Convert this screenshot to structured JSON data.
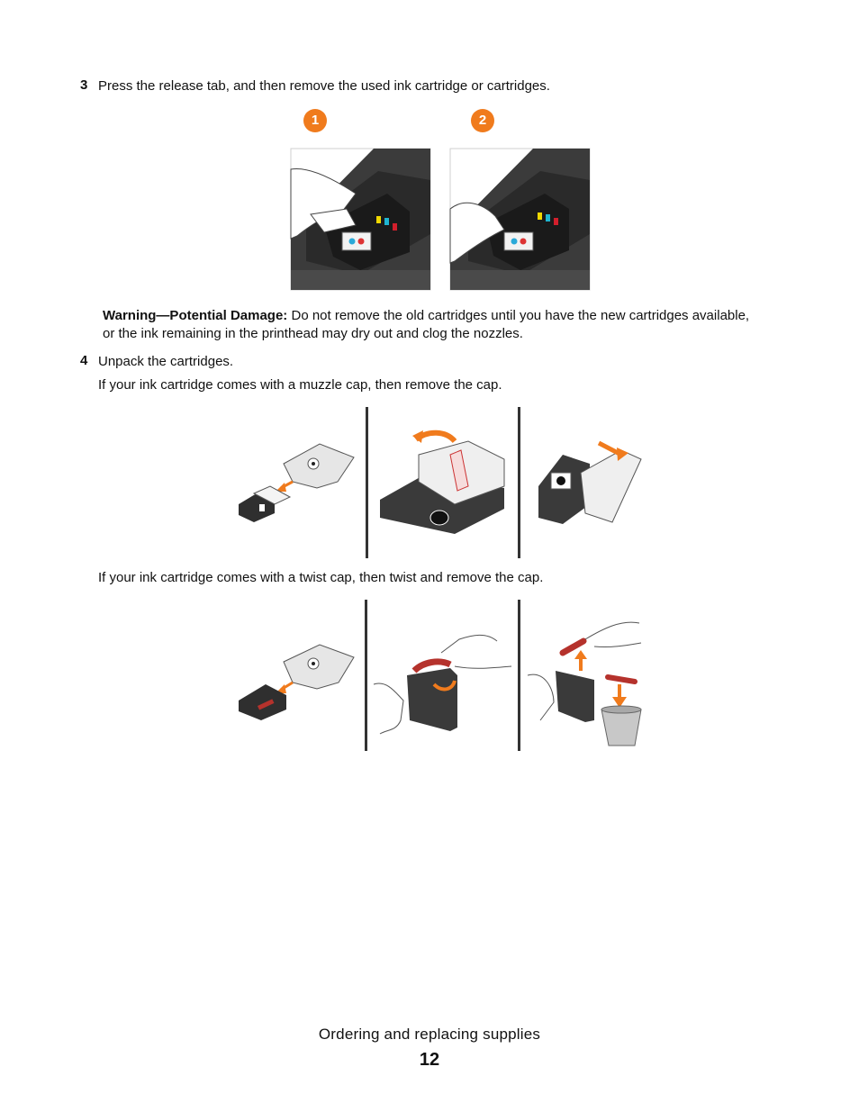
{
  "step3": {
    "number": "3",
    "text": "Press the release tab, and then remove the used ink cartridge or cartridges.",
    "badges": [
      "1",
      "2"
    ],
    "badge_color": "#f07b1d"
  },
  "warning": {
    "label": "Warning—Potential Damage:",
    "line1": " Do not remove the old cartridges until you have the new cartridges available,",
    "line2": "or the ink remaining in the printhead may dry out and clog the nozzles."
  },
  "step4": {
    "number": "4",
    "text": "Unpack the cartridges.",
    "muzzle_text": "If your ink cartridge comes with a muzzle cap, then remove the cap.",
    "twist_text": "If your ink cartridge comes with a twist cap, then twist and remove the cap."
  },
  "footer": {
    "section": "Ordering and replacing supplies",
    "page": "12"
  },
  "colors": {
    "accent": "#f07b1d",
    "printer_dark": "#3a3a3a",
    "cap_red": "#b5322c"
  }
}
